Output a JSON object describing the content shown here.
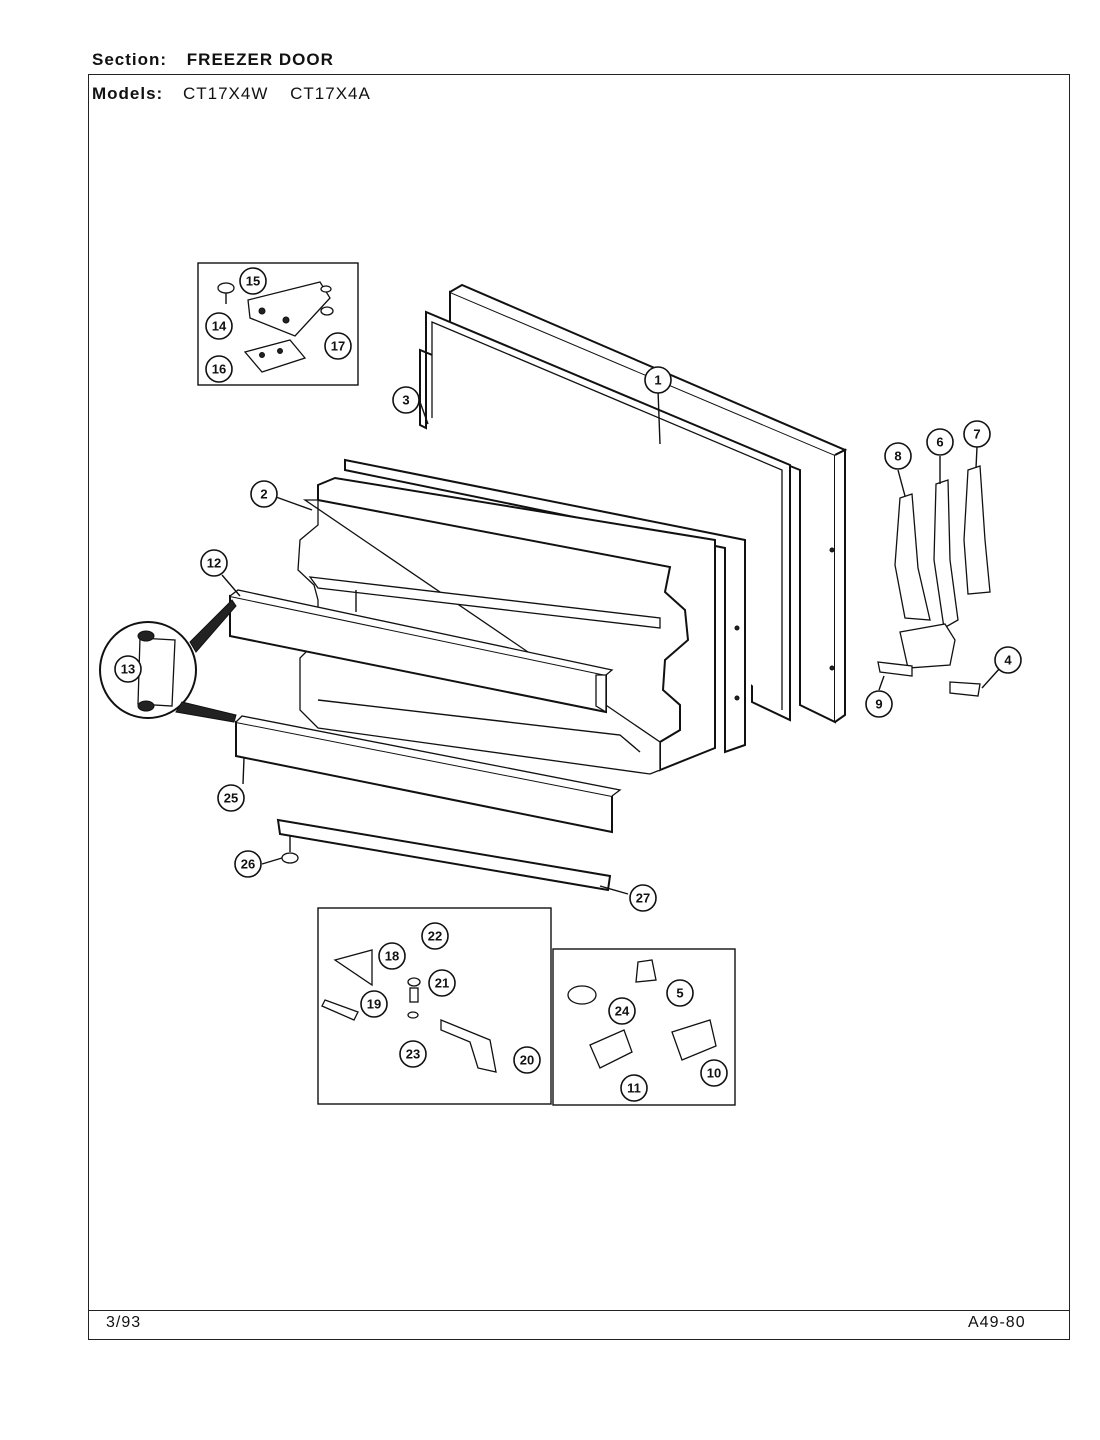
{
  "header": {
    "section_label": "Section:",
    "section_value": "FREEZER DOOR",
    "models_label": "Models:",
    "models": [
      "CT17X4W",
      "CT17X4A"
    ]
  },
  "footer": {
    "date_code": "3/93",
    "page_code": "A49-80"
  },
  "callouts": {
    "c1": "1",
    "c2": "2",
    "c3": "3",
    "c4": "4",
    "c5": "5",
    "c6": "6",
    "c7": "7",
    "c8": "8",
    "c9": "9",
    "c10": "10",
    "c11": "11",
    "c12": "12",
    "c13": "13",
    "c14": "14",
    "c15": "15",
    "c16": "16",
    "c17": "17",
    "c18a": "18",
    "c18b": "18",
    "c19": "19",
    "c20": "20",
    "c21": "21",
    "c22": "22",
    "c23": "23",
    "c24": "24",
    "c25": "25",
    "c26": "26",
    "c27": "27"
  }
}
